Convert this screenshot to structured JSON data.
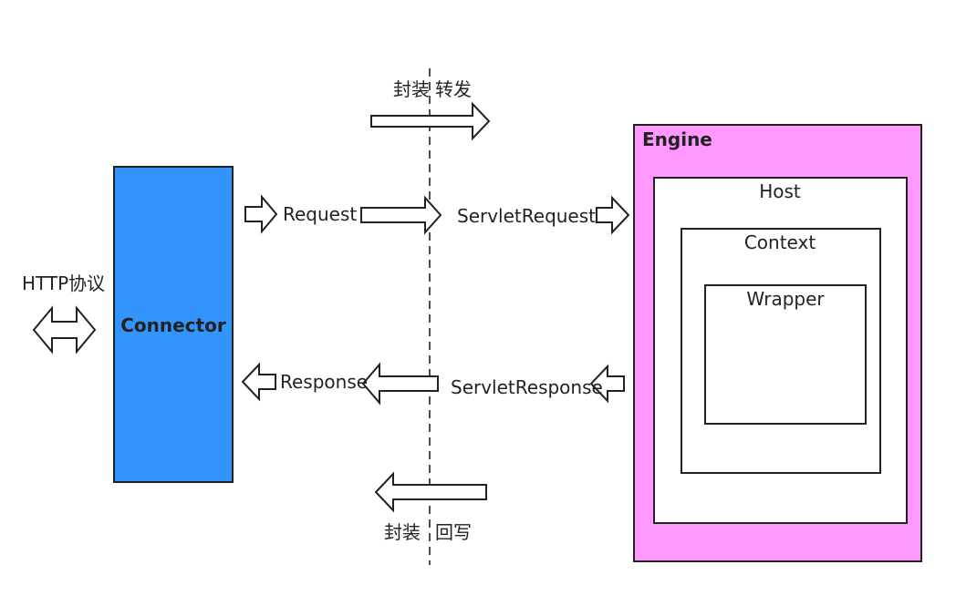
{
  "protocol_label": "HTTP协议",
  "connector": {
    "label": "Connector",
    "color": "#3394fc"
  },
  "messages": {
    "request": "Request",
    "servlet_request": "ServletRequest",
    "response": "Response",
    "servlet_response": "ServletResponse"
  },
  "top_annotation": {
    "left": "封装",
    "right": "转发"
  },
  "bottom_annotation": {
    "left": "封装",
    "right": "回写"
  },
  "containers": {
    "engine": "Engine",
    "host": "Host",
    "context": "Context",
    "wrapper": "Wrapper",
    "engine_color": "#ff99ff"
  }
}
